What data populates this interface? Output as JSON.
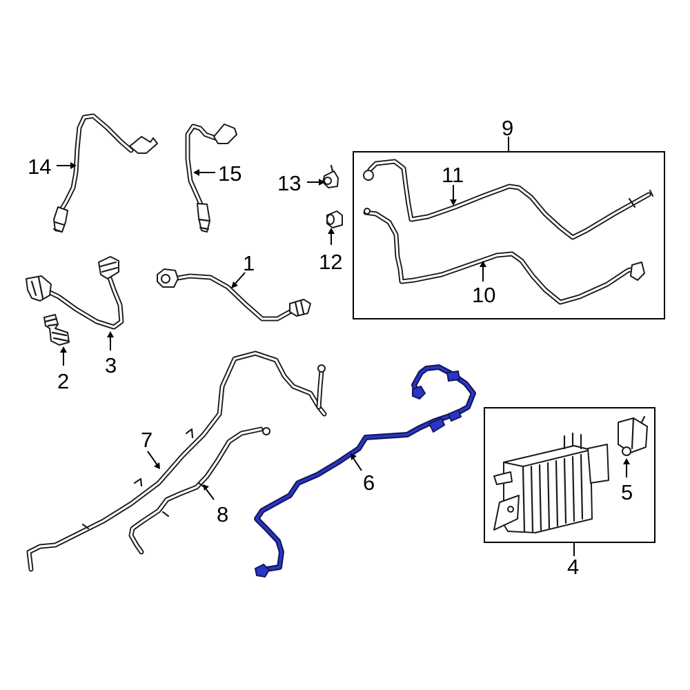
{
  "highlight_color": "#2a36c8",
  "callouts": {
    "c1": "1",
    "c2": "2",
    "c3": "3",
    "c4": "4",
    "c5": "5",
    "c6": "6",
    "c7": "7",
    "c8": "8",
    "c9": "9",
    "c10": "10",
    "c11": "11",
    "c12": "12",
    "c13": "13",
    "c14": "14",
    "c15": "15"
  },
  "highlighted_part": "6"
}
